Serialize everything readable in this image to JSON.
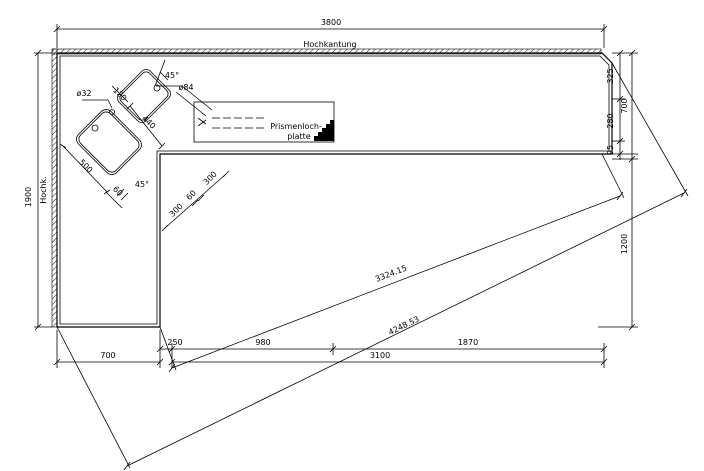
{
  "drawing": {
    "labels": {
      "hochkantung": "Hochkantung",
      "hochk": "Hochk.",
      "prismenloch_line1": "Prismenloch-",
      "prismenloch_line2": "platte"
    },
    "dimensions": {
      "total_width": "3800",
      "total_height": "1900",
      "right_325": "325",
      "right_700": "700",
      "right_280": "280",
      "right_95": "95",
      "right_1200": "1200",
      "bottom_700": "700",
      "bottom_250": "250",
      "bottom_980": "980",
      "bottom_1870": "1870",
      "bottom_3100": "3100",
      "diag_3324": "3324.15",
      "diag_4248": "4248.53",
      "inner_300a": "300",
      "inner_60": "60",
      "inner_300b": "300",
      "sink_500": "500",
      "sink_440": "440",
      "sink_120": "120",
      "sink_60": "60",
      "dia_32": "ø32",
      "dia_84": "ø84",
      "angle_top": "45°",
      "angle_bottom": "45°"
    }
  }
}
